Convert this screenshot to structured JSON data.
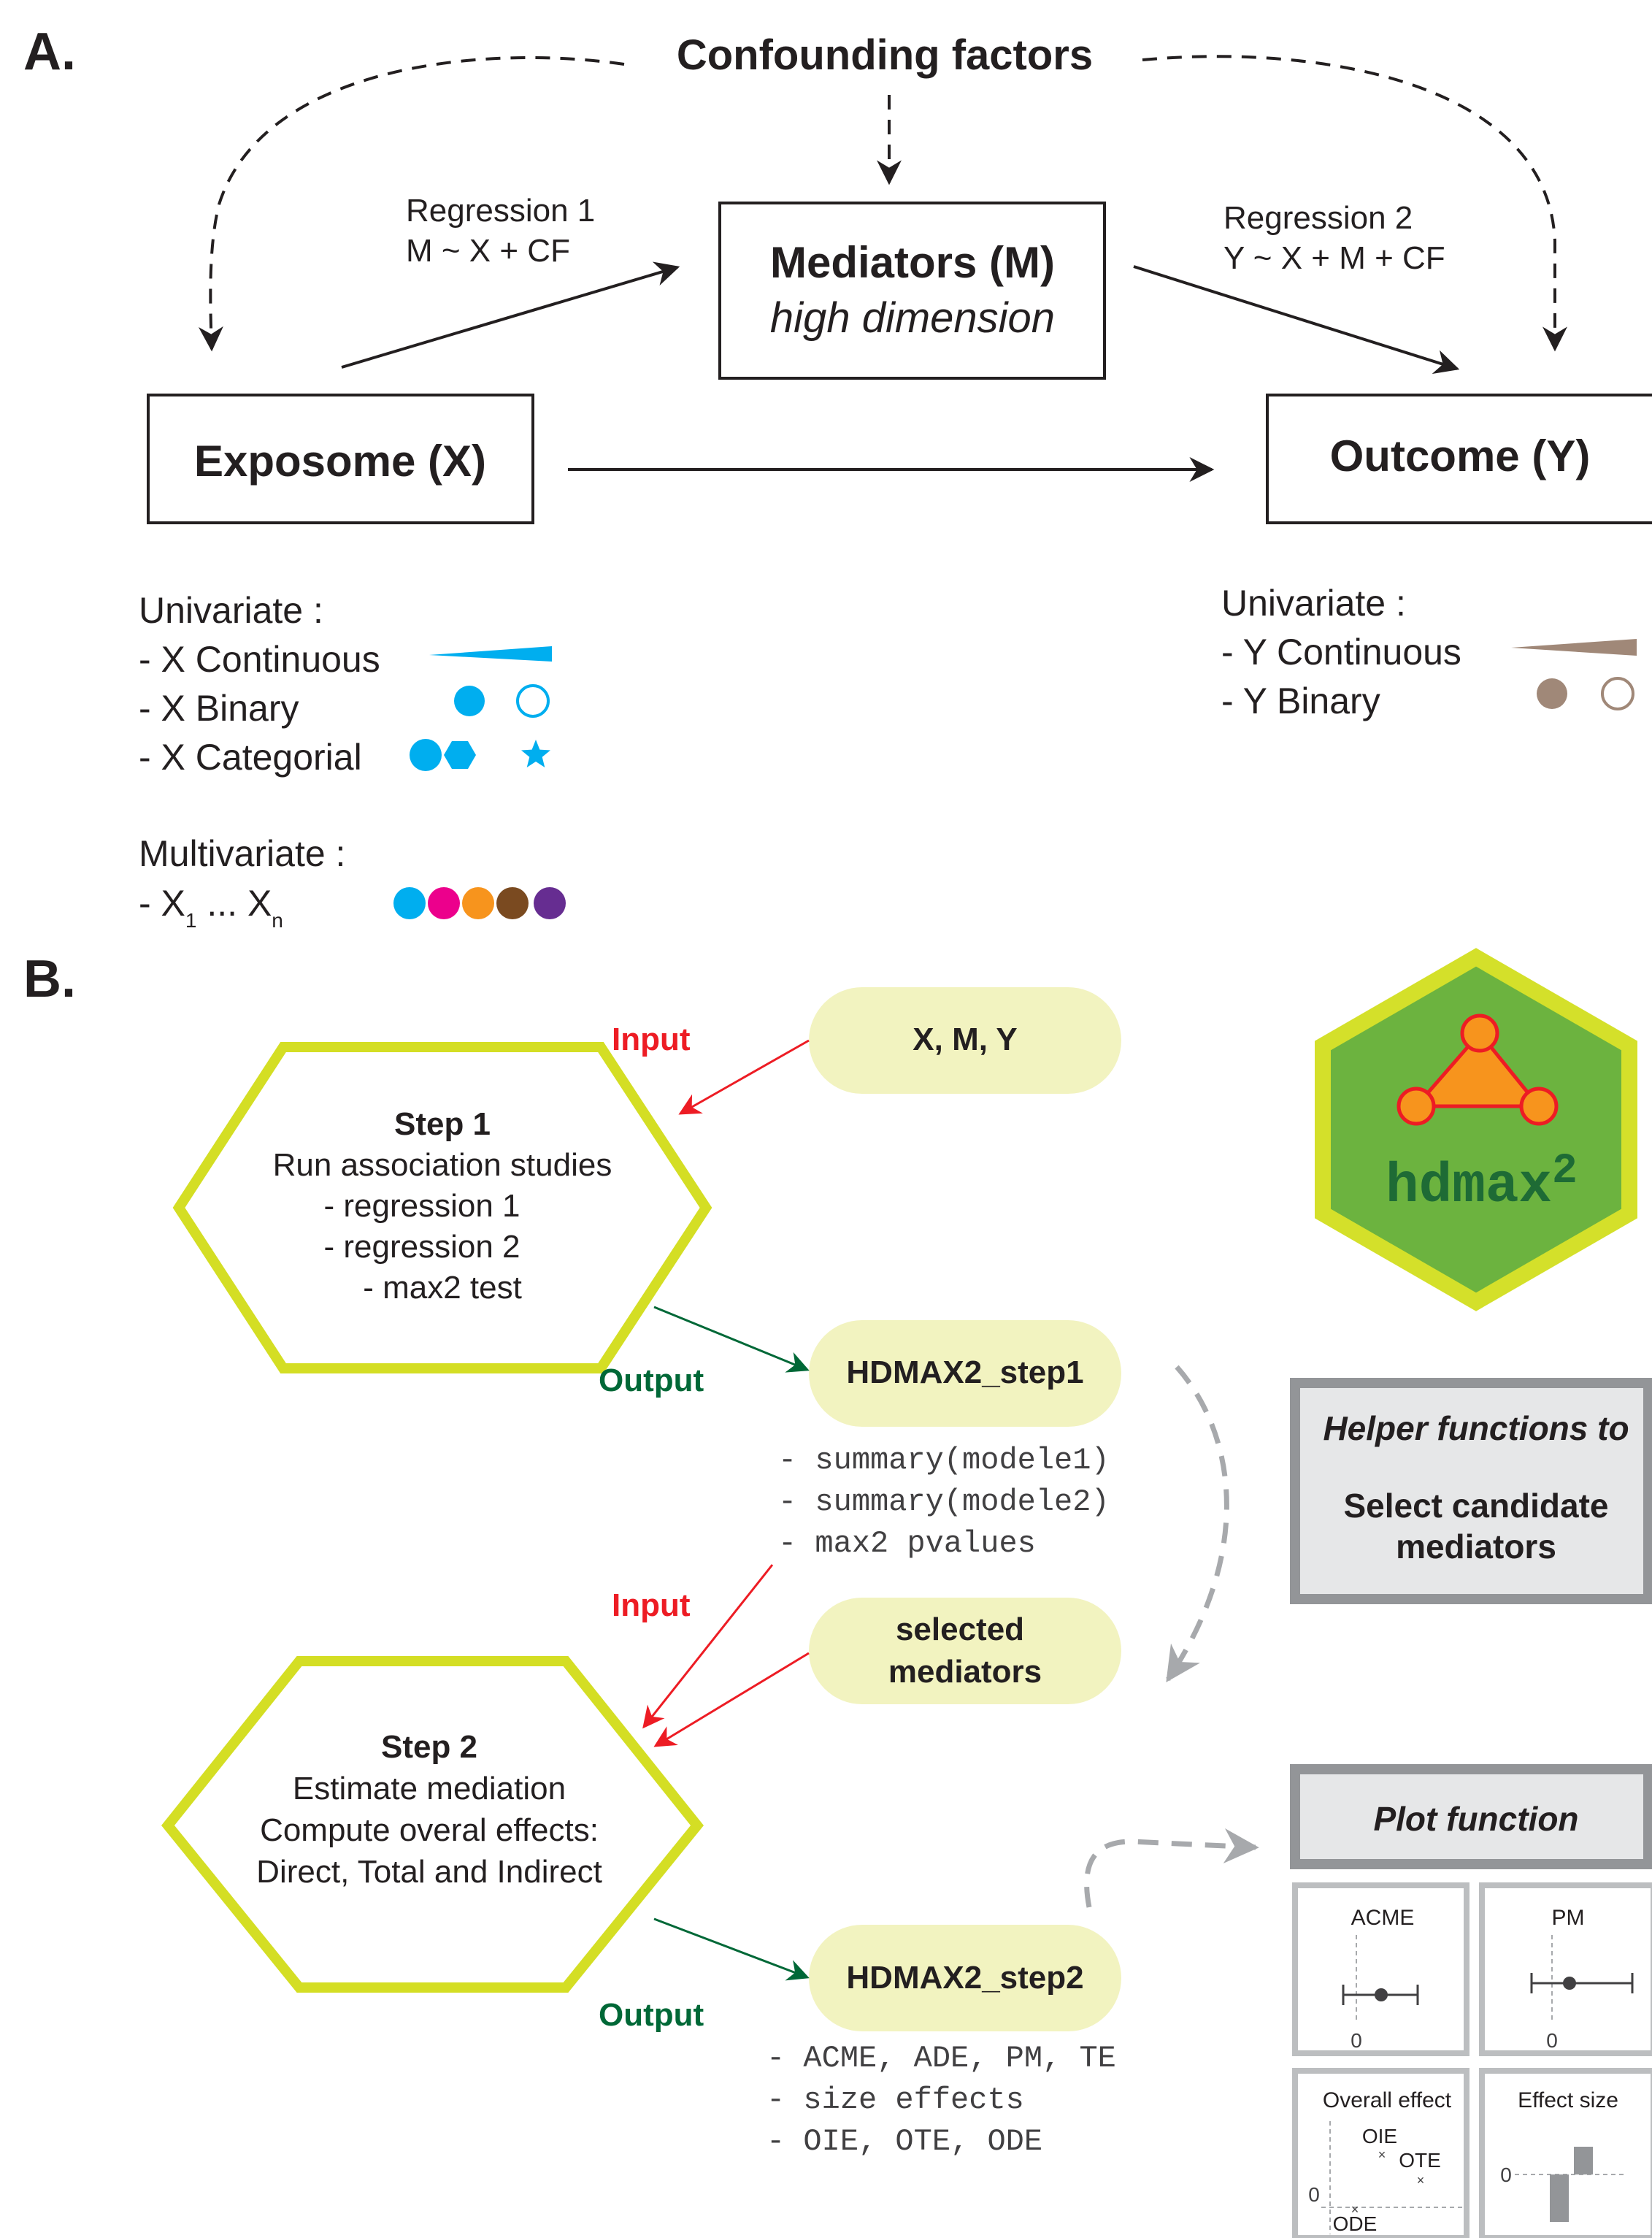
{
  "panelA": {
    "label": "A.",
    "confounders": "Confounding factors",
    "mediators_title": "Mediators (M)",
    "mediators_sub": "high dimension",
    "exposome": "Exposome (X)",
    "outcome": "Outcome (Y)",
    "reg1_title": "Regression 1",
    "reg1_formula": "M ~ X + CF",
    "reg2_title": "Regression 2",
    "reg2_formula": "Y ~ X + M + CF",
    "x_univariate_title": "Univariate :",
    "x_continuous": "- X Continuous",
    "x_binary": "- X Binary",
    "x_categorial": "- X Categorial",
    "multivariate_title": "Multivariate :",
    "multi_prefix": "- X",
    "multi_sub1": "1",
    "multi_dots": " ... X",
    "multi_subn": "n",
    "y_univariate_title": "Univariate :",
    "y_continuous": "- Y Continuous",
    "y_binary": "- Y Binary",
    "colors": {
      "x_blue": "#00aeef",
      "multi": [
        "#00aeef",
        "#ec008c",
        "#f7941d",
        "#7a4a20",
        "#662d91"
      ],
      "y_brown": "#a08878"
    }
  },
  "panelB": {
    "label": "B.",
    "input1": "Input",
    "input2": "Input",
    "output1": "Output",
    "output2": "Output",
    "xmy": "X, M, Y",
    "step1_title": "Step 1",
    "step1_lines": [
      "Run association studies",
      "- regression 1",
      "- regression 2",
      "- max2 test"
    ],
    "step1_out": "HDMAX2_step1",
    "step1_out_items": [
      "- summary(modele1)",
      "- summary(modele2)",
      "- max2 pvalues"
    ],
    "selected_line1": "selected",
    "selected_line2": "mediators",
    "step2_title": "Step 2",
    "step2_lines": [
      "Estimate mediation",
      "Compute overal effects:",
      "Direct, Total and Indirect"
    ],
    "step2_out": "HDMAX2_step2",
    "step2_out_items": [
      "- ACME, ADE, PM, TE",
      "- size effects",
      "- OIE, OTE, ODE"
    ],
    "logo_text": "hdmax",
    "logo_sup": "2",
    "helper_line1": "Helper functions to",
    "helper_line2": "Select candidate",
    "helper_line3": "mediators",
    "plot_function": "Plot function",
    "mini_acme": "ACME",
    "mini_pm": "PM",
    "mini_overall": "Overall effect",
    "mini_effect_size": "Effect size",
    "zero": "0",
    "oie": "OIE",
    "ote": "OTE",
    "ode": "ODE",
    "colors": {
      "hex_border": "#d4de24",
      "pill_fill": "#f2f3c0",
      "input_red": "#ed1c24",
      "output_green": "#006837",
      "logo_green": "#6cb33f",
      "logo_border": "#d4e02a",
      "logo_orange": "#f7941d",
      "logo_red": "#ed1c24",
      "logo_text": "#1e6b35",
      "helper_bg": "#e6e7e8",
      "helper_border": "#939598"
    }
  }
}
